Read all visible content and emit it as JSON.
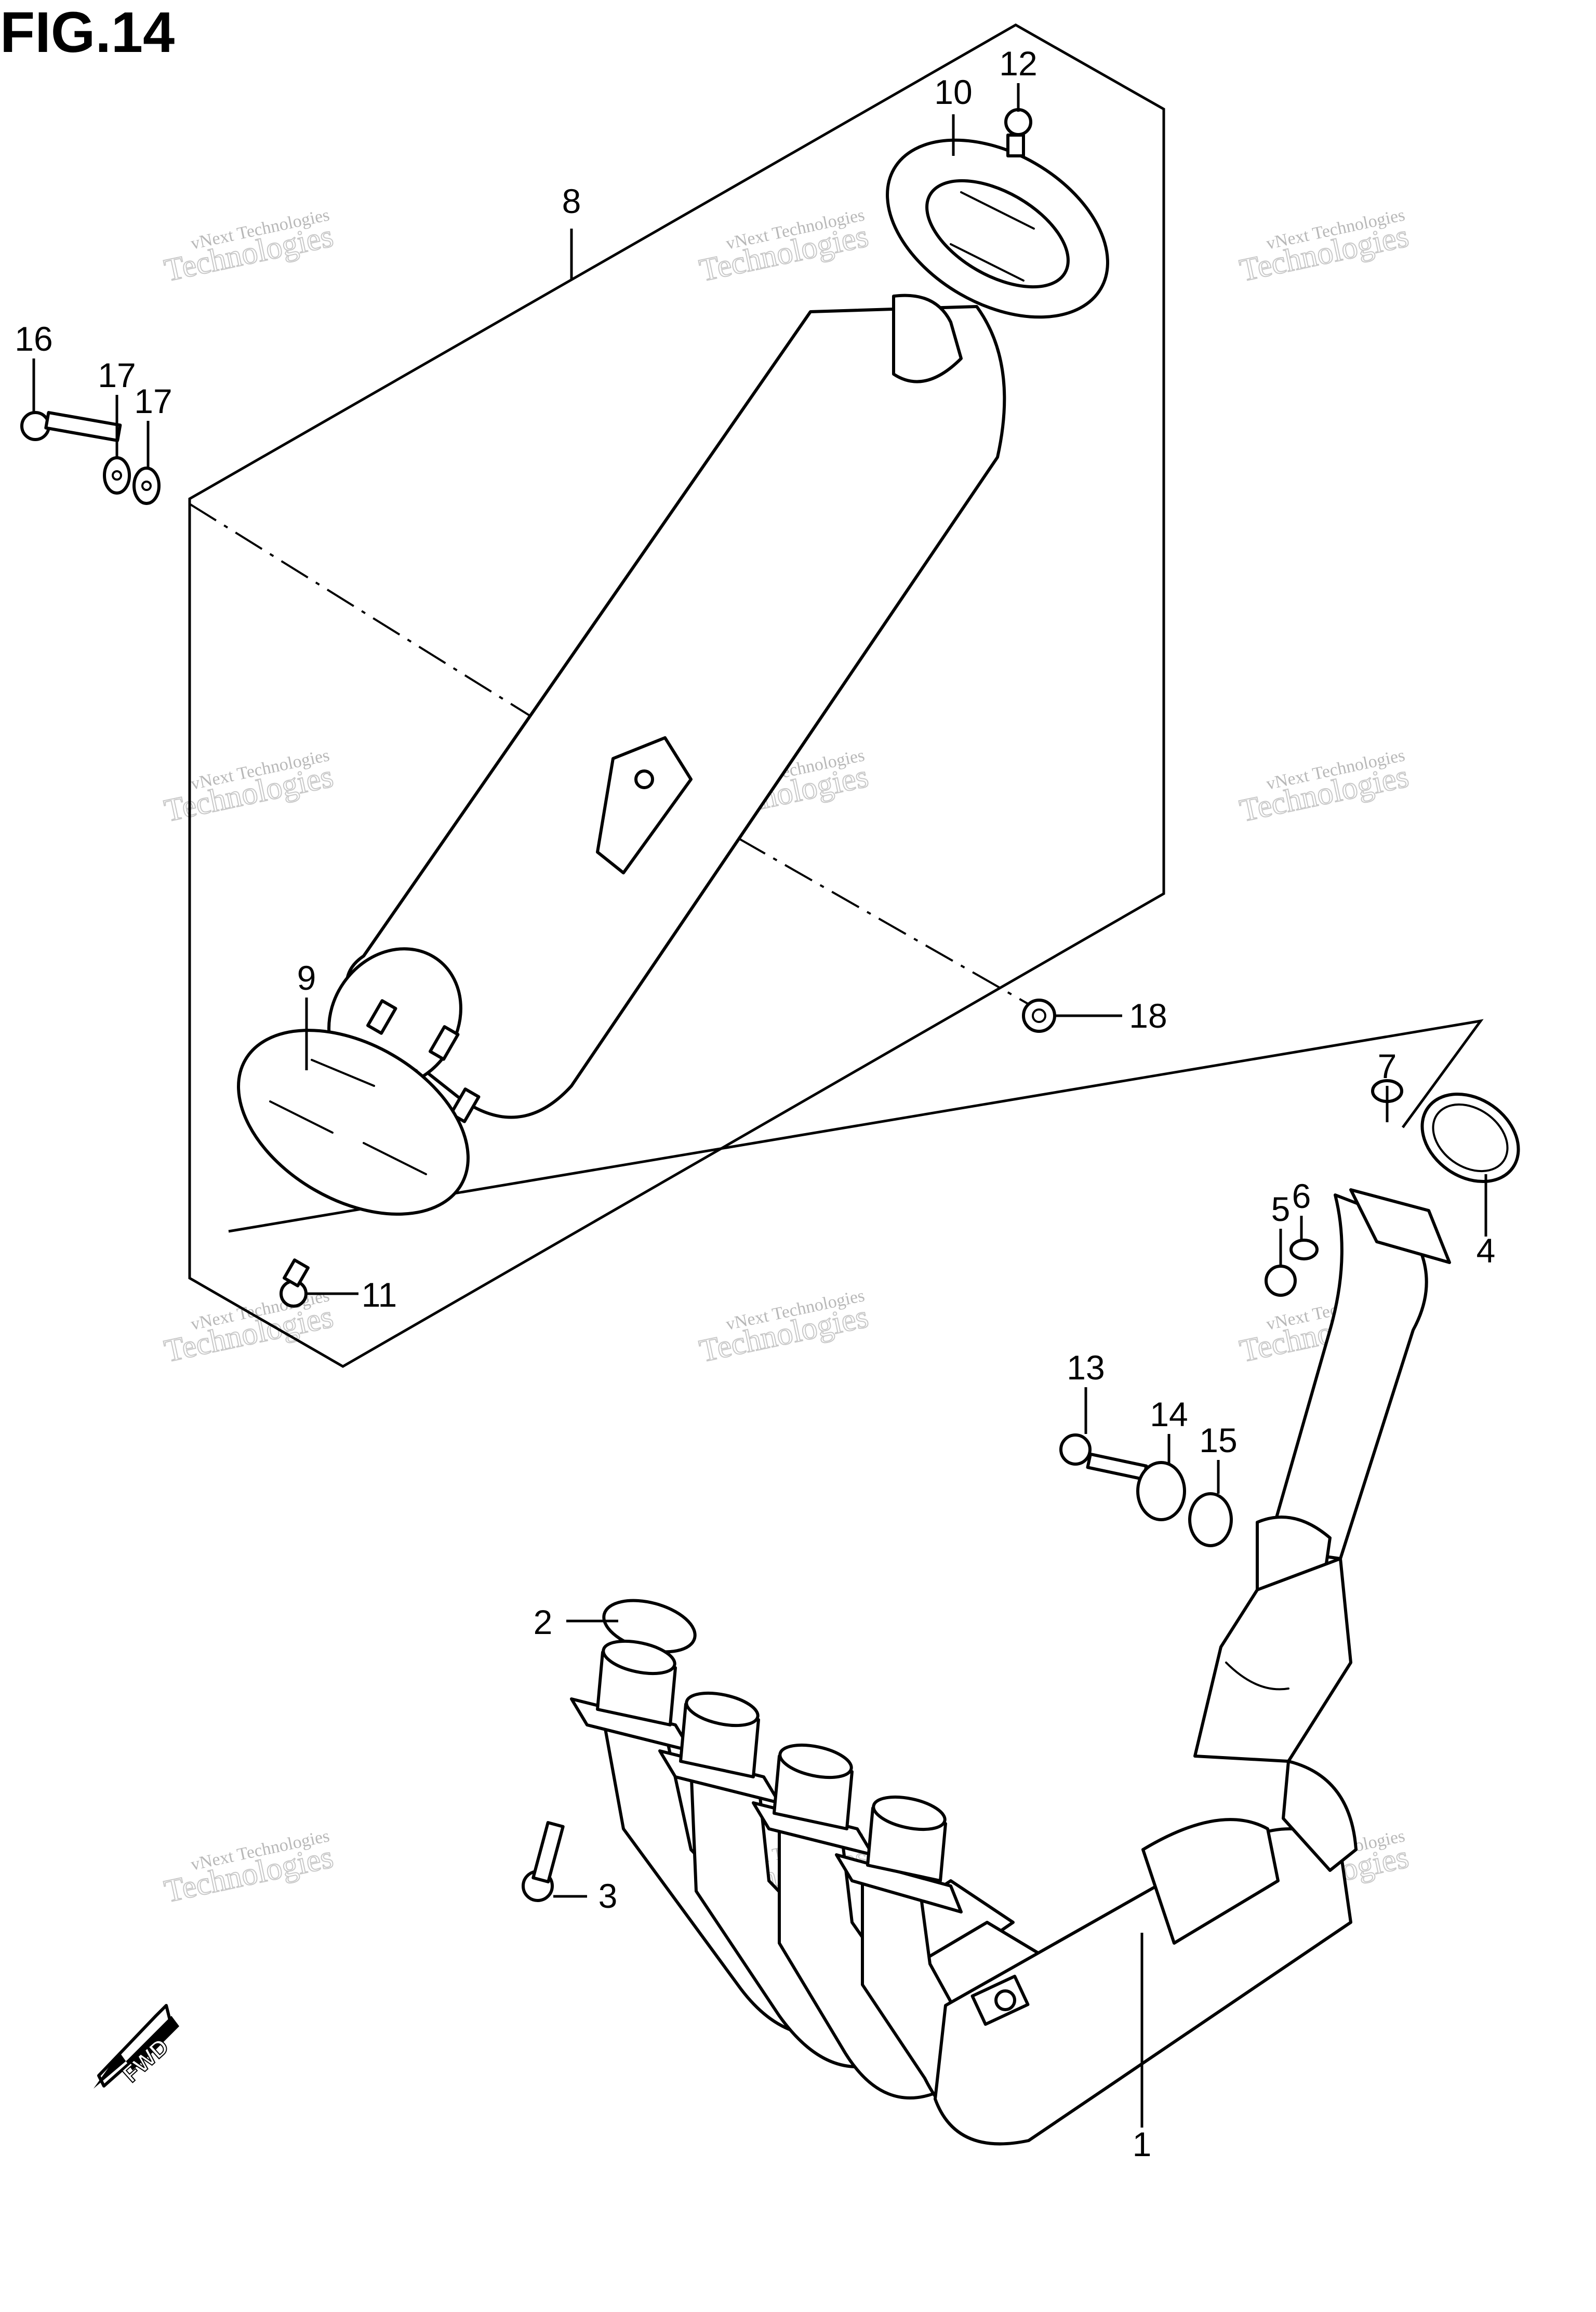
{
  "figure": {
    "title": "FIG.14"
  },
  "callouts": [
    "1",
    "2",
    "3",
    "4",
    "5",
    "6",
    "7",
    "8",
    "9",
    "10",
    "11",
    "12",
    "13",
    "14",
    "15",
    "16",
    "17",
    "17",
    "18"
  ],
  "watermark": {
    "line1": "vNext Technologies",
    "line2": "Technologies"
  },
  "fwd_label": "FWD"
}
